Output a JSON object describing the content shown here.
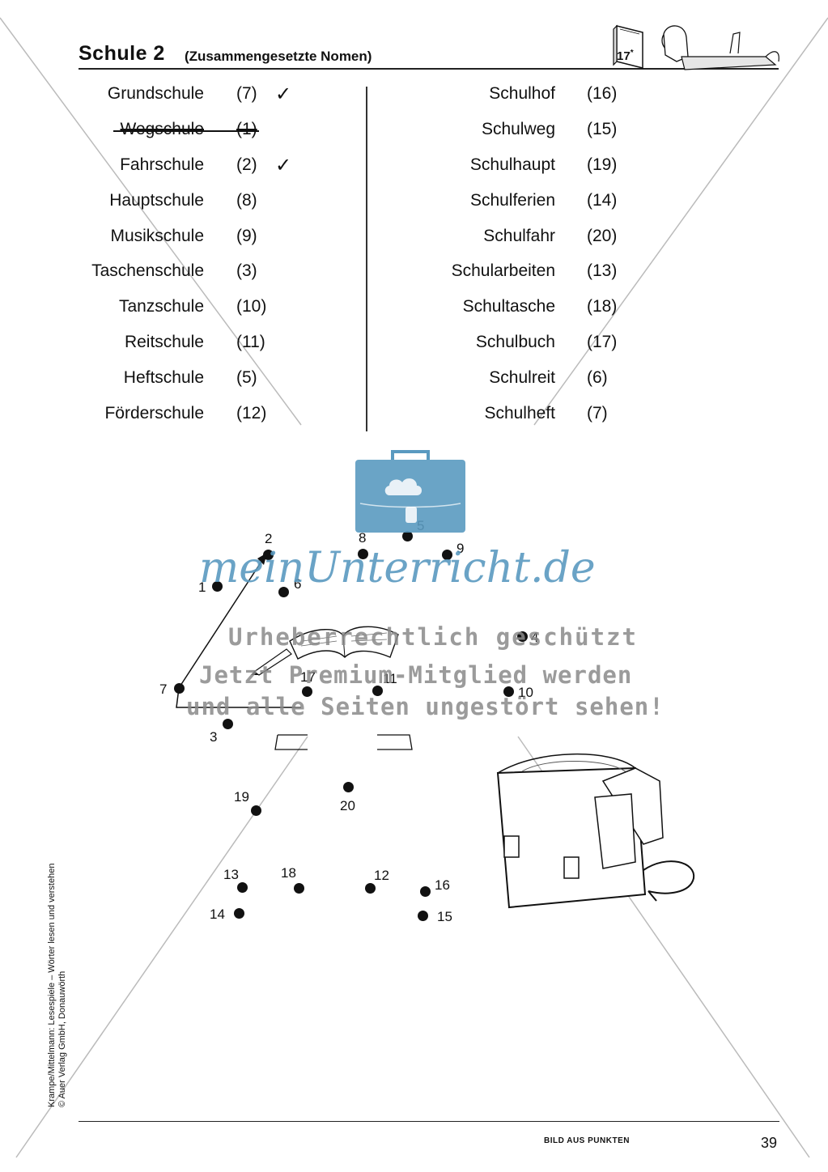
{
  "header": {
    "title": "Schule 2",
    "subtitle": "(Zusammengesetzte Nomen)",
    "card_number": "17",
    "card_star": "*"
  },
  "left_list": [
    {
      "word": "Grundschule",
      "num": "(7)",
      "mark": "✓",
      "struck": false
    },
    {
      "word": "Wegschule",
      "num": "(1)",
      "mark": "",
      "struck": true
    },
    {
      "word": "Fahrschule",
      "num": "(2)",
      "mark": "✓",
      "struck": false
    },
    {
      "word": "Hauptschule",
      "num": "(8)",
      "mark": "",
      "struck": false
    },
    {
      "word": "Musikschule",
      "num": "(9)",
      "mark": "",
      "struck": false
    },
    {
      "word": "Taschenschule",
      "num": "(3)",
      "mark": "",
      "struck": false
    },
    {
      "word": "Tanzschule",
      "num": "(10)",
      "mark": "",
      "struck": false
    },
    {
      "word": "Reitschule",
      "num": "(11)",
      "mark": "",
      "struck": false
    },
    {
      "word": "Heftschule",
      "num": "(5)",
      "mark": "",
      "struck": false
    },
    {
      "word": "Förderschule",
      "num": "(12)",
      "mark": "",
      "struck": false
    }
  ],
  "right_list": [
    {
      "word": "Schulhof",
      "num": "(16)"
    },
    {
      "word": "Schulweg",
      "num": "(15)"
    },
    {
      "word": "Schulhaupt",
      "num": "(19)"
    },
    {
      "word": "Schulferien",
      "num": "(14)"
    },
    {
      "word": "Schulfahr",
      "num": "(20)"
    },
    {
      "word": "Schularbeiten",
      "num": "(13)"
    },
    {
      "word": "Schultasche",
      "num": "(18)"
    },
    {
      "word": "Schulbuch",
      "num": "(17)"
    },
    {
      "word": "Schulreit",
      "num": "(6)"
    },
    {
      "word": "Schulheft",
      "num": "(7)"
    }
  ],
  "dots": [
    {
      "label": "1"
    },
    {
      "label": "2"
    },
    {
      "label": "3"
    },
    {
      "label": "4"
    },
    {
      "label": "5"
    },
    {
      "label": "6"
    },
    {
      "label": "7"
    },
    {
      "label": "8"
    },
    {
      "label": "9"
    },
    {
      "label": "10"
    },
    {
      "label": "11"
    },
    {
      "label": "12"
    },
    {
      "label": "13"
    },
    {
      "label": "14"
    },
    {
      "label": "15"
    },
    {
      "label": "16"
    },
    {
      "label": "17"
    },
    {
      "label": "18"
    },
    {
      "label": "19"
    },
    {
      "label": "20"
    }
  ],
  "watermark": {
    "brand": "meinUnterricht.de",
    "line1": "Urheberrechtlich geschützt",
    "line2": "Jetzt Premium-Mitglied werden",
    "line3": "und alle Seiten ungestört sehen!",
    "color": "#5a9ac0"
  },
  "footer": {
    "credit_line1": "Krampe/Mittelmann: Lesespiele – Wörter lesen und verstehen",
    "credit_line2": "© Auer Verlag GmbH, Donauwörth",
    "section": "BILD AUS PUNKTEN",
    "page_number": "39"
  }
}
